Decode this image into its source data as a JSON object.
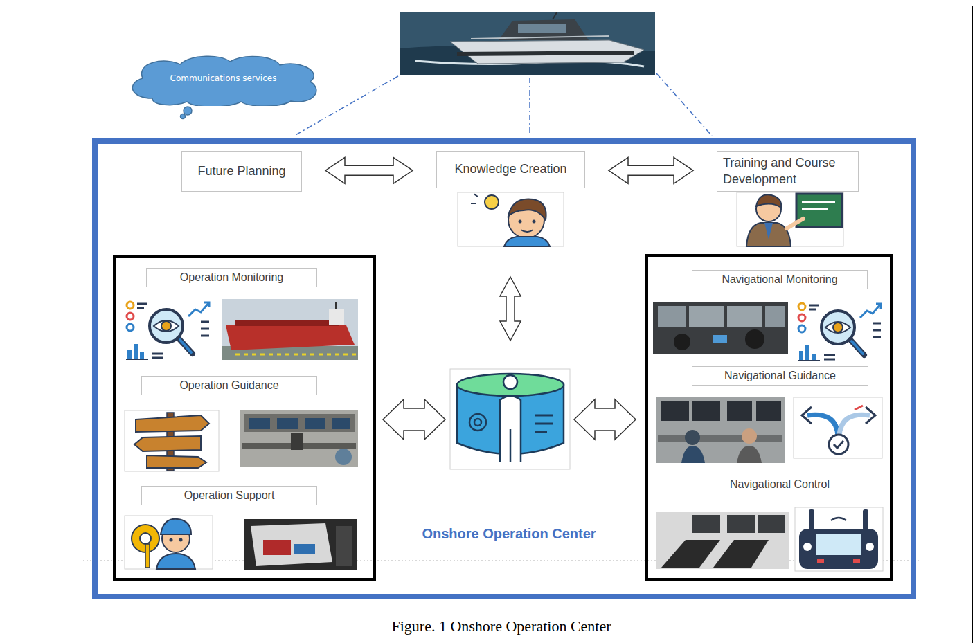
{
  "diagram": {
    "caption": "Figure. 1 Onshore Operation Center",
    "nodes": [
      {
        "text": [
          "Communications services"
        ]
      },
      {
        "text": [
          "Onshore Operation Center"
        ]
      },
      {
        "text": [
          "Future Planning"
        ],
        "in": 1
      },
      {
        "text": [
          "Knowledge Creation"
        ],
        "in": 1
      },
      {
        "text": [
          "Training and Course Development"
        ],
        "in": 1
      },
      {
        "text": [
          "Operation Monitoring"
        ],
        "in": 1
      },
      {
        "text": [
          "Operation Guidance"
        ],
        "in": 1
      },
      {
        "text": [
          "Operation Support"
        ],
        "in": 1
      },
      {
        "text": [
          "Navigational Monitoring"
        ],
        "in": 1
      },
      {
        "text": [
          "Navigational Guidance"
        ],
        "in": 1
      }
    ],
    "edges": [
      {
        "from": 2,
        "to": 3,
        "arrow": "both"
      },
      {
        "from": 3,
        "to": 4,
        "arrow": "both"
      }
    ],
    "labels": [
      "Navigational Control"
    ]
  }
}
